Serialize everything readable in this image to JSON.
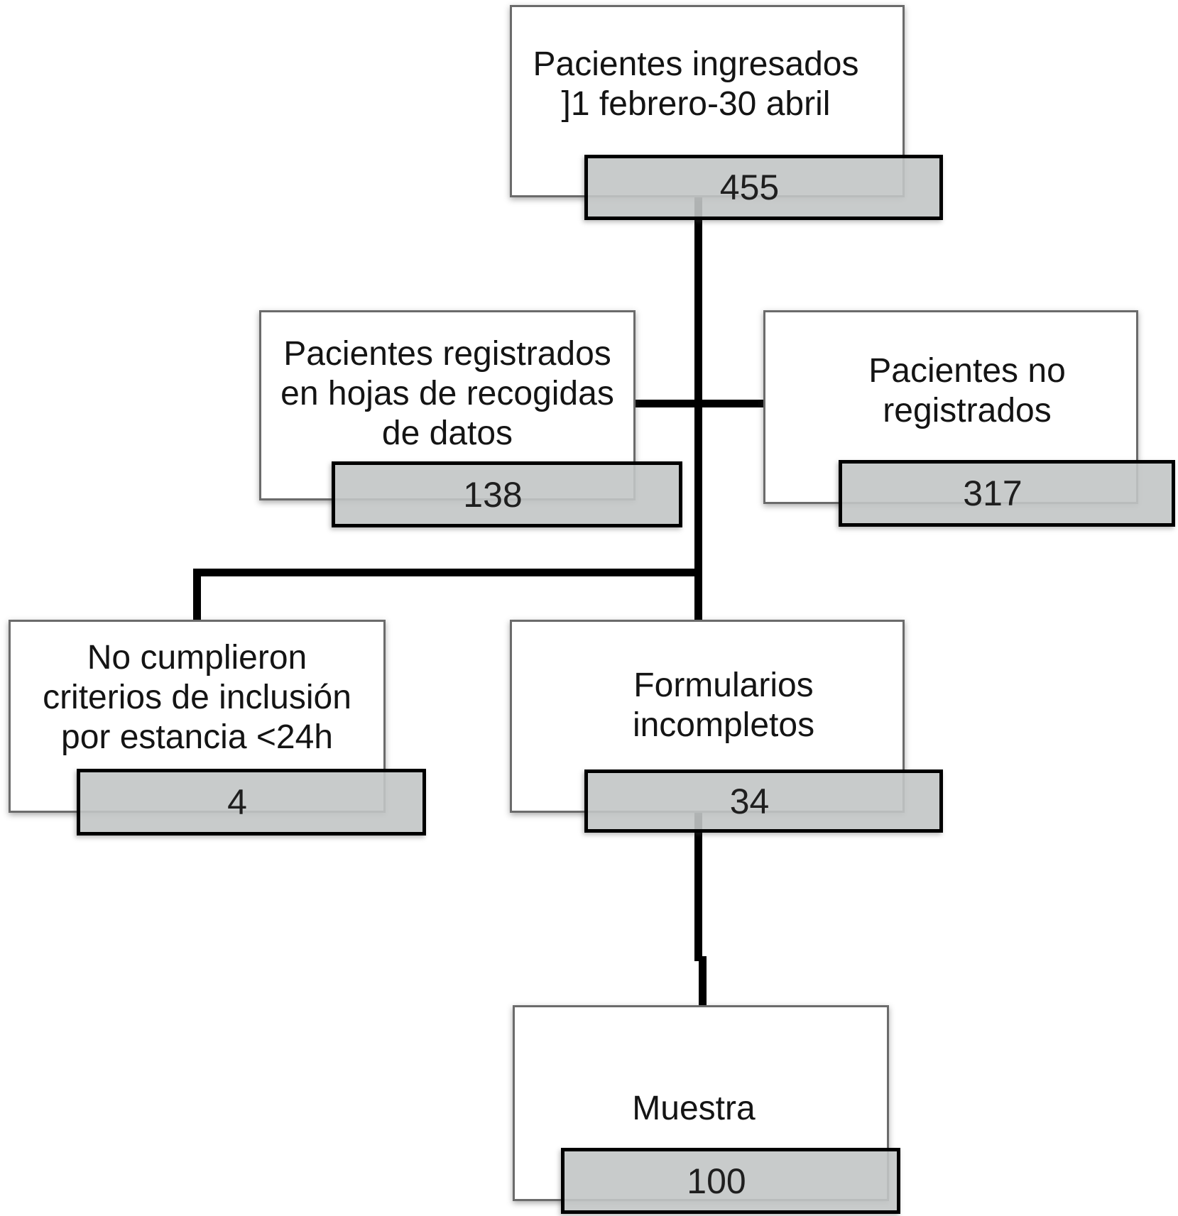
{
  "diagram": {
    "type": "flowchart",
    "language": "es",
    "nodes": [
      {
        "id": "pacientes-ingresados",
        "label": "Pacientes ingresados\n]1 febrero-30 abril",
        "value": "455"
      },
      {
        "id": "pacientes-registrados",
        "label": "Pacientes registrados\nen hojas de recogidas\nde datos",
        "value": "138"
      },
      {
        "id": "pacientes-no-registrados",
        "label": "Pacientes no\nregistrados",
        "value": "317"
      },
      {
        "id": "no-cumplieron-criterios",
        "label": "No cumplieron\ncriterios de inclusión\npor estancia <24h",
        "value": "4"
      },
      {
        "id": "formularios-incompletos",
        "label": "Formularios\nincompletos",
        "value": "34"
      },
      {
        "id": "muestra",
        "label": "Muestra",
        "value": "100"
      }
    ],
    "edges": [
      {
        "from": "pacientes-ingresados",
        "to": "pacientes-registrados"
      },
      {
        "from": "pacientes-ingresados",
        "to": "pacientes-no-registrados"
      },
      {
        "from": "pacientes-ingresados",
        "to": "formularios-incompletos"
      },
      {
        "from": "pacientes-registrados",
        "to": "no-cumplieron-criterios"
      },
      {
        "from": "formularios-incompletos",
        "to": "muestra"
      }
    ],
    "colors": {
      "background": "#ffffff",
      "box_fill": "#ffffff",
      "box_border": "#6b6b6b",
      "bar_fill": "#c9cbcb",
      "bar_border": "#000000",
      "connector": "#000000",
      "text": "#141414"
    }
  }
}
